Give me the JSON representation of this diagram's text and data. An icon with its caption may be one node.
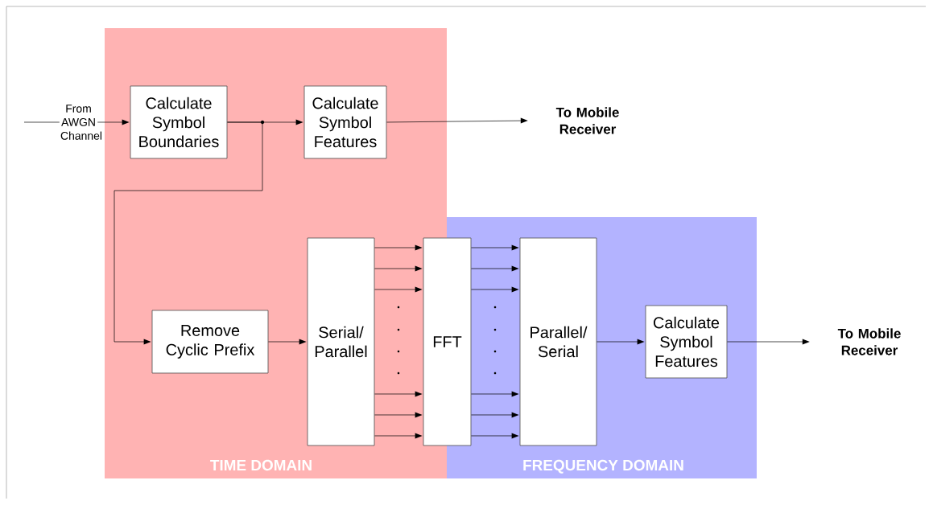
{
  "diagram": {
    "nodes": [
      {
        "text": [
          "TIME DOMAIN"
        ]
      },
      {
        "text": [
          "FREQUENCY DOMAIN"
        ]
      },
      {
        "text": [
          "From AWGN Channel"
        ]
      },
      {
        "text": [
          "Calculate Symbol Boundaries"
        ],
        "in": 0
      },
      {
        "text": [
          "Calculate Symbol Features"
        ],
        "in": 0
      },
      {
        "text": [
          "To Mobile Receiver"
        ]
      },
      {
        "text": [
          "Remove Cyclic Prefix"
        ],
        "in": 0
      },
      {
        "text": [
          "Serial/ Parallel"
        ],
        "in": 0
      },
      {
        "text": [
          "FFT"
        ]
      },
      {
        "text": [
          "Parallel/ Serial"
        ],
        "in": 1
      },
      {
        "text": [
          "Calculate Symbol Features"
        ],
        "in": 1
      },
      {
        "text": [
          "To Mobile Receiver"
        ]
      }
    ],
    "edges": [
      {
        "from": null,
        "to": 2,
        "arrow": "none"
      },
      {
        "from": 2,
        "to": 3,
        "arrow": "to"
      },
      {
        "from": 3,
        "to": 4,
        "arrow": "to"
      },
      {
        "from": 3,
        "to": 6,
        "arrow": "to"
      },
      {
        "from": 4,
        "to": 5,
        "arrow": "to"
      },
      {
        "from": 6,
        "to": 7,
        "arrow": "to"
      },
      {
        "from": 7,
        "to": 8,
        "arrow": "to"
      },
      {
        "from": 7,
        "to": 8,
        "arrow": "to"
      },
      {
        "from": 7,
        "to": 8,
        "arrow": "to"
      },
      {
        "from": 7,
        "to": 8,
        "arrow": "to"
      },
      {
        "from": 7,
        "to": 8,
        "arrow": "to"
      },
      {
        "from": 7,
        "to": 8,
        "arrow": "to"
      },
      {
        "from": 8,
        "to": 9,
        "arrow": "to"
      },
      {
        "from": 8,
        "to": 9,
        "arrow": "to"
      },
      {
        "from": 8,
        "to": 9,
        "arrow": "to"
      },
      {
        "from": 8,
        "to": 9,
        "arrow": "to"
      },
      {
        "from": 8,
        "to": 9,
        "arrow": "to"
      },
      {
        "from": 8,
        "to": 9,
        "arrow": "to"
      },
      {
        "from": 9,
        "to": 10,
        "arrow": "to"
      },
      {
        "from": 10,
        "to": 11,
        "arrow": "to"
      }
    ]
  }
}
